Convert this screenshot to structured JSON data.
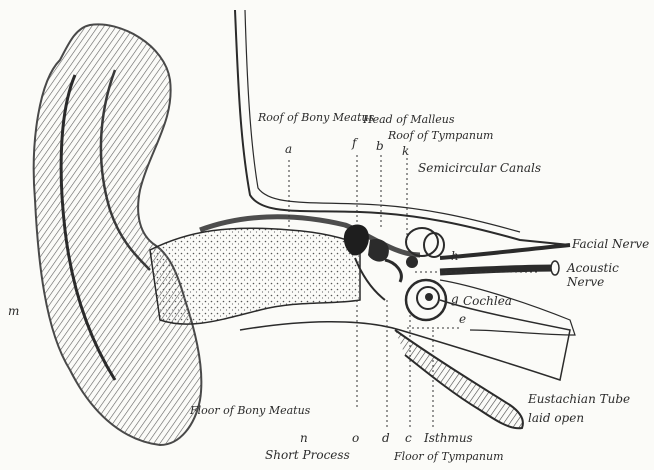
{
  "labels": {
    "roof_bony_meatus": "Roof of Bony Meatus",
    "letter_a": "a",
    "head_of_malleus": "Head of Malleus",
    "letter_f": "f",
    "letter_b": "b",
    "roof_tympanum": "Roof of Tympanum",
    "letter_k": "k",
    "semicircular_canals": "Semicircular Canals",
    "facial_nerve": "Facial Nerve",
    "letter_h": "h",
    "acoustic_nerve": "Acoustic Nerve",
    "letter_g": "g",
    "cochlea": "Cochlea",
    "letter_e": "e",
    "eustachian_tube": "Eustachian Tube laid open",
    "floor_bony_meatus": "Floor of Bony Meatus",
    "letter_n": "n",
    "letter_o": "o",
    "letter_d": "d",
    "letter_c": "c",
    "isthmus": "Isthmus",
    "short_process": "Short Process",
    "floor_tympanum": "Floor of Tympanum",
    "letter_m": "m"
  },
  "colors": {
    "ink": "#2b2b2b",
    "paper": "#fbfbf8",
    "shade": "#9a9a9a"
  }
}
